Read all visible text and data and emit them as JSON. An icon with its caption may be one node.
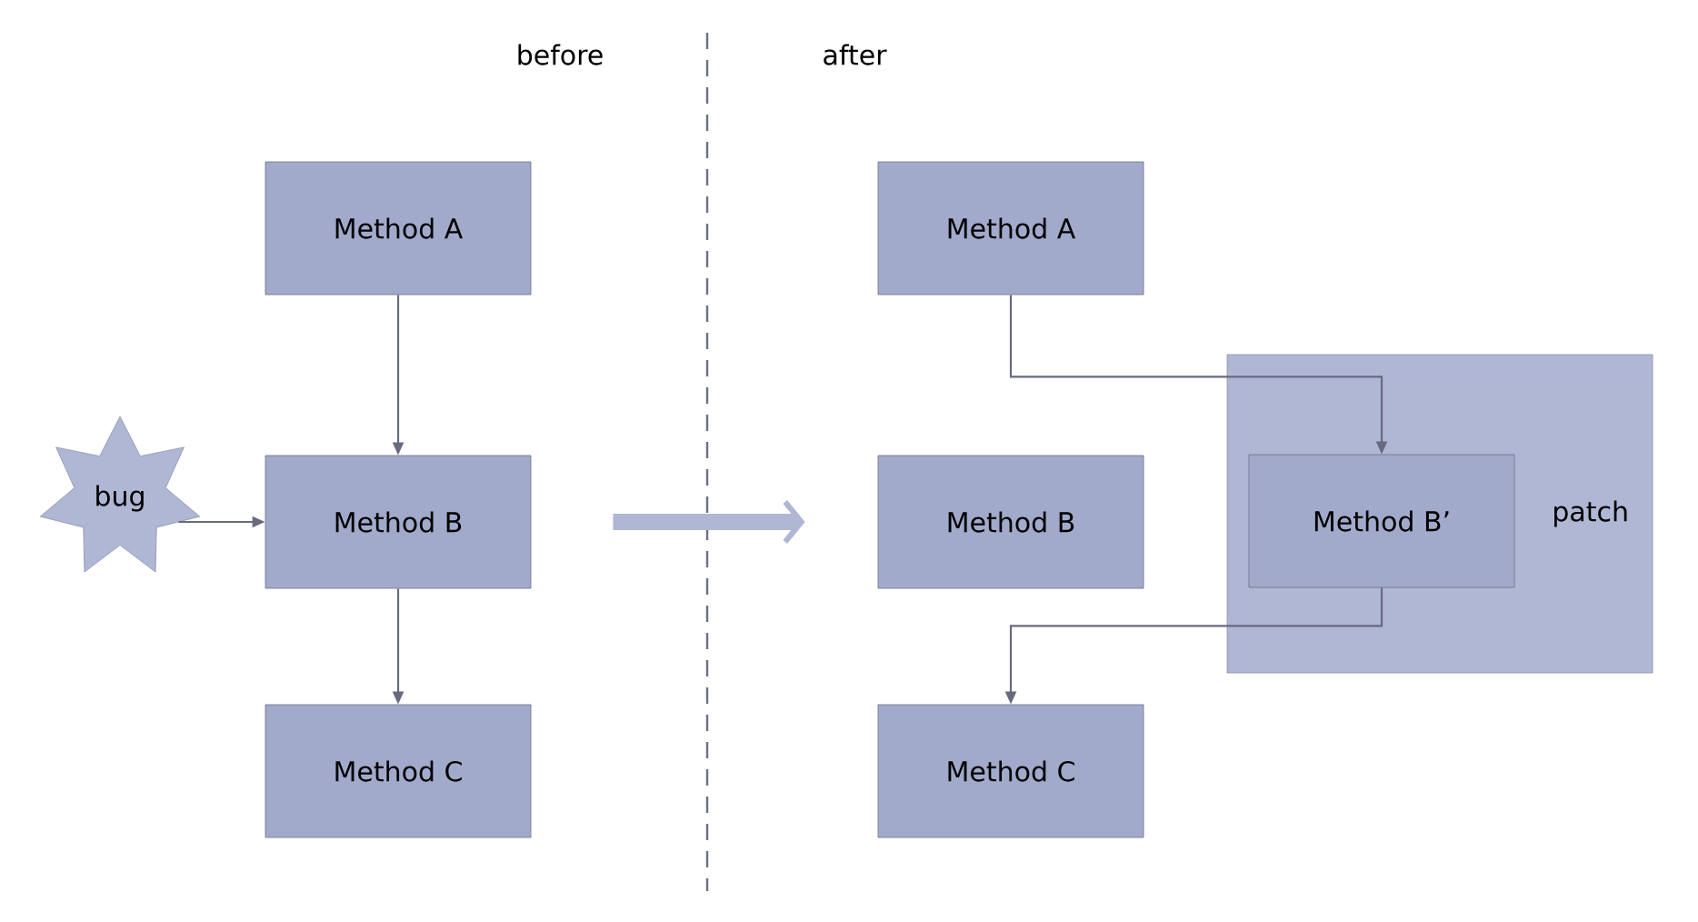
{
  "diagram": {
    "nodes": [
      {
        "text": [
          "Method A"
        ]
      },
      {
        "text": [
          "bug"
        ]
      },
      {
        "text": [
          "Method B"
        ]
      },
      {
        "text": [
          "Method C"
        ]
      },
      {
        "text": [
          "Method A"
        ]
      },
      {
        "text": [
          "Method B"
        ]
      },
      {
        "text": [
          "patch"
        ]
      },
      {
        "text": [
          "Method B’"
        ],
        "in": 6
      },
      {
        "text": [
          "Method C"
        ]
      }
    ],
    "edges": [
      {
        "from": 0,
        "to": 2,
        "arrow": "to"
      },
      {
        "from": 1,
        "to": 2,
        "arrow": "to"
      },
      {
        "from": 2,
        "to": 3,
        "arrow": "to"
      },
      {
        "from": 2,
        "to": 5,
        "arrow": "to",
        "style": "thick",
        "color": "#b0b7d4"
      },
      {
        "from": 4,
        "to": 7,
        "arrow": "to"
      },
      {
        "from": 7,
        "to": 8,
        "arrow": "to"
      }
    ],
    "labels": [
      "before",
      "after"
    ]
  }
}
